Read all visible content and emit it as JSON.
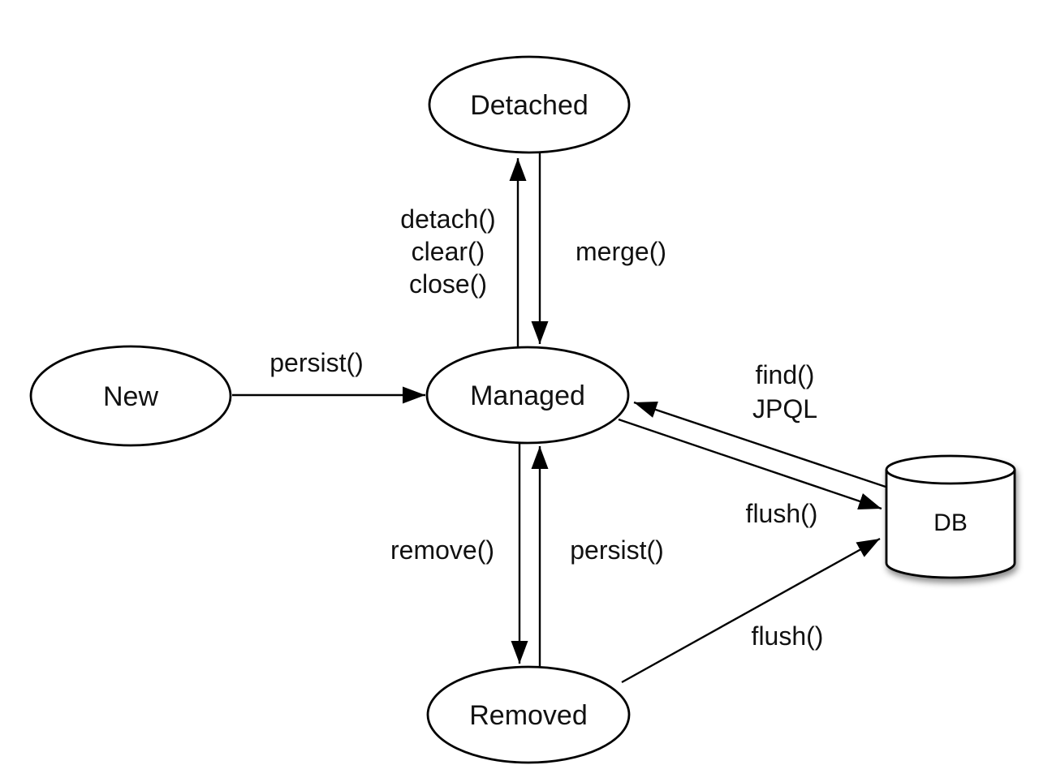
{
  "diagram": {
    "type": "state-diagram",
    "background": "#ffffff",
    "colors": {
      "stroke": "#000000",
      "node_fill": "#ffffff",
      "text": "#111111"
    },
    "nodes": {
      "new": {
        "label": "New",
        "shape": "ellipse"
      },
      "detached": {
        "label": "Detached",
        "shape": "ellipse"
      },
      "managed": {
        "label": "Managed",
        "shape": "ellipse"
      },
      "removed": {
        "label": "Removed",
        "shape": "ellipse"
      },
      "db": {
        "label": "DB",
        "shape": "cylinder"
      }
    },
    "edges": {
      "new_to_managed": {
        "from": "New",
        "to": "Managed",
        "label": "persist()"
      },
      "managed_to_detached": {
        "from": "Managed",
        "to": "Detached",
        "labels": [
          "detach()",
          "clear()",
          "close()"
        ]
      },
      "detached_to_managed": {
        "from": "Detached",
        "to": "Managed",
        "label": "merge()"
      },
      "managed_to_removed": {
        "from": "Managed",
        "to": "Removed",
        "label": "remove()"
      },
      "removed_to_managed": {
        "from": "Removed",
        "to": "Managed",
        "label": "persist()"
      },
      "db_to_managed": {
        "from": "DB",
        "to": "Managed",
        "labels": [
          "find()",
          "JPQL"
        ]
      },
      "managed_to_db": {
        "from": "Managed",
        "to": "DB",
        "label": "flush()"
      },
      "removed_to_db": {
        "from": "Removed",
        "to": "DB",
        "label": "flush()"
      }
    }
  }
}
